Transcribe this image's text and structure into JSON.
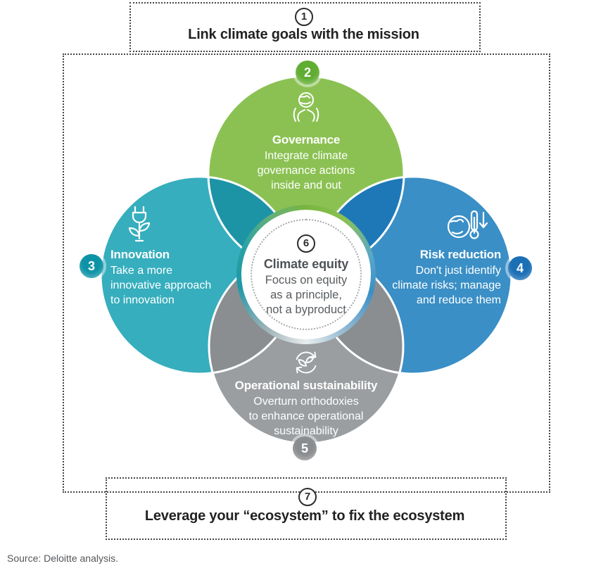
{
  "palette": {
    "governance": "#8bc152",
    "governance_badge": "#5fad31",
    "innovation": "#36aebd",
    "innovation_badge": "#0e93a6",
    "risk": "#3a8fc6",
    "risk_badge": "#1b6fb5",
    "operational": "#9b9ea1",
    "operational_badge": "#8a8d90",
    "overlap_green_teal": "#1d93a6",
    "overlap_green_blue": "#1e78b8",
    "overlap_gray": "#8b8e91"
  },
  "step1": {
    "number": "1",
    "title": "Link climate goals with the mission"
  },
  "circles": {
    "governance": {
      "number": "2",
      "title": "Governance",
      "icon": "hands-holding-globe-icon",
      "lines": [
        "Integrate climate",
        "governance actions",
        "inside and out"
      ]
    },
    "innovation": {
      "number": "3",
      "title": "Innovation",
      "icon": "eco-plug-icon",
      "lines": [
        "Take a more",
        "innovative approach",
        "to innovation"
      ]
    },
    "risk": {
      "number": "4",
      "title": "Risk reduction",
      "icon": "globe-thermometer-icon",
      "lines": [
        "Don't just identify",
        "climate risks; manage",
        "and reduce them"
      ]
    },
    "operational": {
      "number": "5",
      "title": "Operational sustainability",
      "icon": "leaf-cycle-icon",
      "lines": [
        "Overturn orthodoxies",
        "to enhance operational",
        "sustainability"
      ]
    }
  },
  "center": {
    "number": "6",
    "title": "Climate equity",
    "lines": [
      "Focus on equity",
      "as a principle,",
      "not a byproduct"
    ]
  },
  "step7": {
    "number": "7",
    "title": "Leverage your “ecosystem” to fix the ecosystem"
  },
  "source": "Source: Deloitte analysis."
}
